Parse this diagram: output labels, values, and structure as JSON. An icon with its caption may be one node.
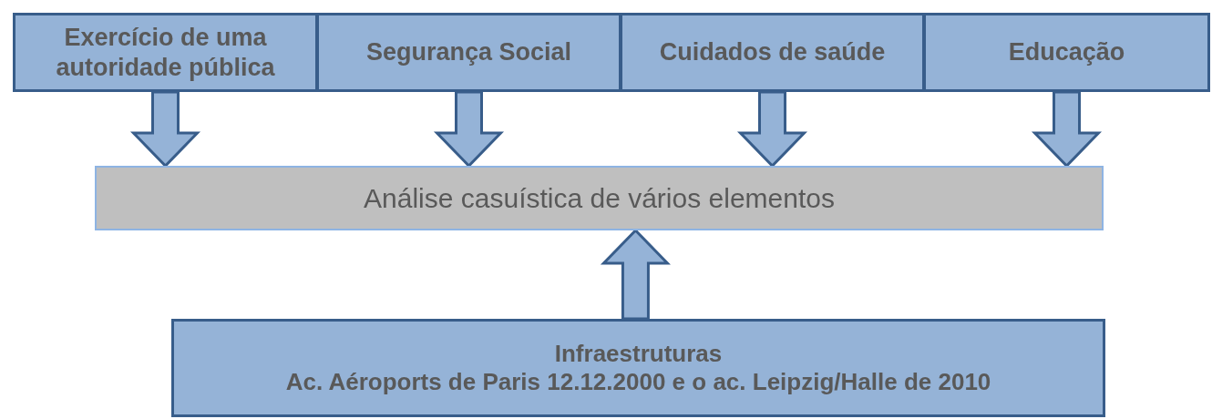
{
  "diagram": {
    "nodes": [
      {
        "text": [
          "Exercício de uma autoridade pública"
        ]
      },
      {
        "text": [
          "Segurança Social"
        ]
      },
      {
        "text": [
          "Cuidados de saúde"
        ]
      },
      {
        "text": [
          "Educação"
        ]
      },
      {
        "text": [
          "Análise casuística de vários elementos"
        ]
      },
      {
        "text": [
          "Infraestruturas",
          "Ac. Aéroports de Paris 12.12.2000 e o ac. Leipzig/Halle de 2010"
        ]
      }
    ],
    "edges": [
      {
        "from": 0,
        "to": 4,
        "arrow": "to"
      },
      {
        "from": 1,
        "to": 4,
        "arrow": "to"
      },
      {
        "from": 2,
        "to": 4,
        "arrow": "to"
      },
      {
        "from": 3,
        "to": 4,
        "arrow": "to"
      },
      {
        "from": 5,
        "to": 4,
        "arrow": "to"
      }
    ]
  }
}
